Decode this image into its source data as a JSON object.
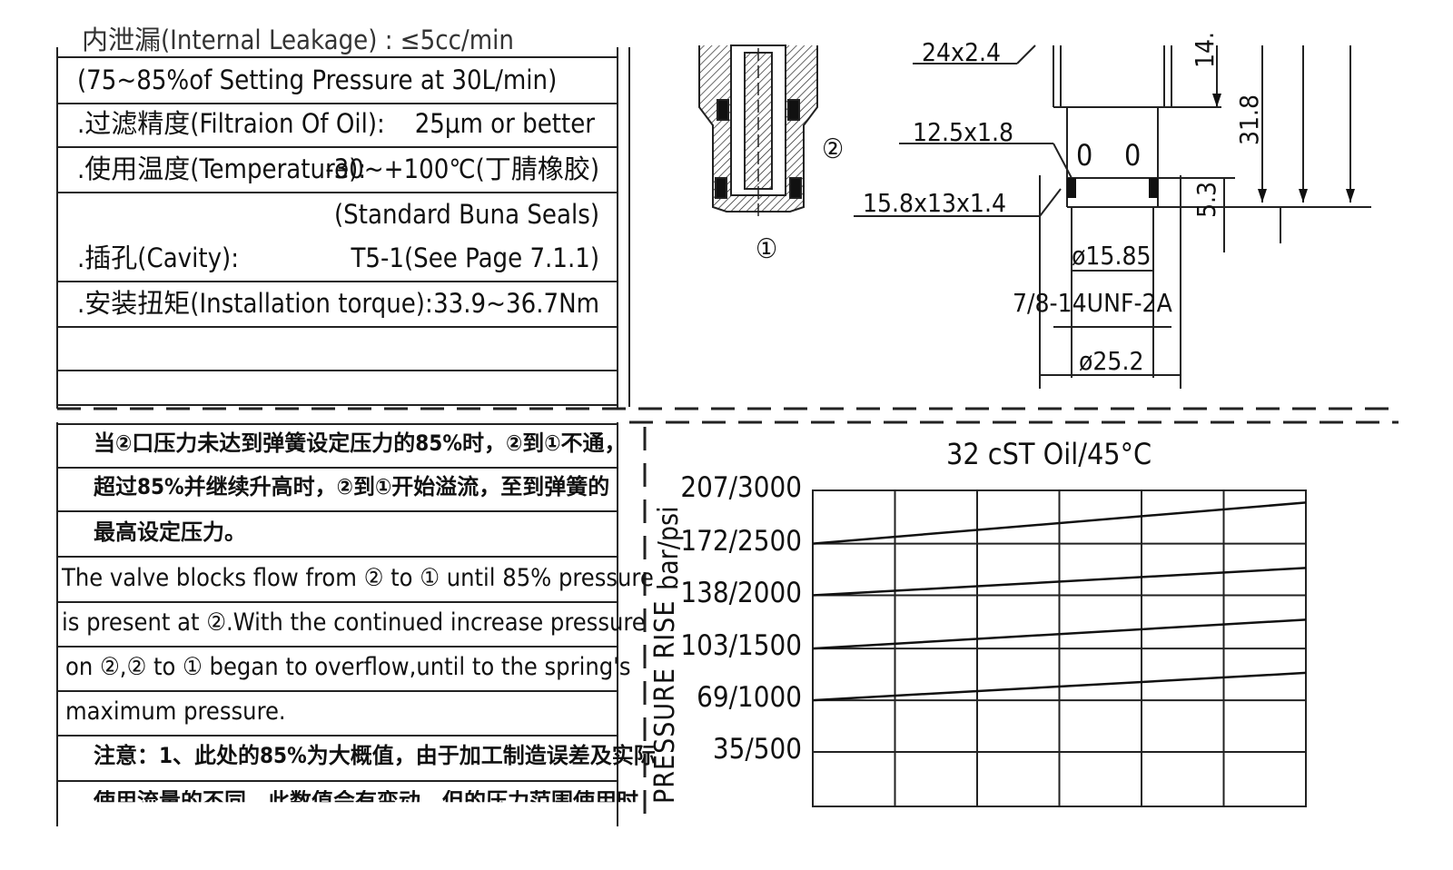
{
  "specs": {
    "top_partial": "内泄漏(Internal Leakage)  :   ≤5cc/min",
    "setting_pressure_note": "(75~85%of Setting Pressure at 30L/min)",
    "filtration_label": ".过滤精度(Filtraion Of Oil):",
    "filtration_value": "25μm or better",
    "temperature_label": ".使用温度(Temperature):",
    "temperature_value": "-30~+100℃(丁腈橡胶)",
    "temperature_value2": "(Standard Buna Seals)",
    "cavity_label": ".插孔(Cavity):",
    "cavity_value": "T5-1(See Page 7.1.1)",
    "torque_label": ".安装扭矩(Installation torque):",
    "torque_value": "33.9~36.7Nm"
  },
  "description": {
    "cn_line1": "当②口压力未达到弹簧设定压力的85%时，②到①不通，",
    "cn_line2": "超过85%并继续升高时，②到①开始溢流，至到弹簧的",
    "cn_line3": "最高设定压力。",
    "en_line1": "The valve blocks flow from ② to ① until 85% pressure",
    "en_line2": "is present at ②.With the continued increase pressure",
    "en_line3": "on ②,② to ① began to overflow,until to the spring's",
    "en_line4": "maximum pressure.",
    "note_line1": "注意：1、此处的85%为大概值，由于加工制造误差及实际",
    "note_line2": "使用流量的不同，此数值会有变动，但的压力范围使用时。"
  },
  "drawing": {
    "port2": "②",
    "port1": "①",
    "dim_24": "24x2.4",
    "dim_12": "12.5x1.8",
    "dim_15": "15.8x13x1.4",
    "dim_d1585": "ø15.85",
    "dim_thread": "7/8-14UNF-2A",
    "dim_d252": "ø25.2",
    "dim_14": "14.",
    "dim_318": "31.8",
    "dim_53": "5.3",
    "oring_a": "0",
    "oring_b": "0"
  },
  "chart_data": {
    "type": "line",
    "title": "32 cST Oil/45°C",
    "ylabel_top": "bar/psi",
    "ylabel_bottom": "PRESSURE RISE",
    "xlabel": "",
    "y_ticks": [
      "207/3000",
      "172/2500",
      "138/2000",
      "103/1500",
      "69/1000",
      "35/500"
    ],
    "y_tick_values": [
      207,
      172,
      138,
      103,
      69,
      35
    ],
    "x_columns": 6,
    "ylim": [
      0,
      207
    ],
    "xlim": [
      0,
      6
    ],
    "grid": true,
    "series": [
      {
        "x": [
          0,
          6
        ],
        "values": [
          172,
          199
        ]
      },
      {
        "x": [
          0,
          6
        ],
        "values": [
          138,
          156
        ]
      },
      {
        "x": [
          0,
          6
        ],
        "values": [
          103,
          122
        ]
      },
      {
        "x": [
          0,
          6
        ],
        "values": [
          69,
          87
        ]
      }
    ]
  }
}
